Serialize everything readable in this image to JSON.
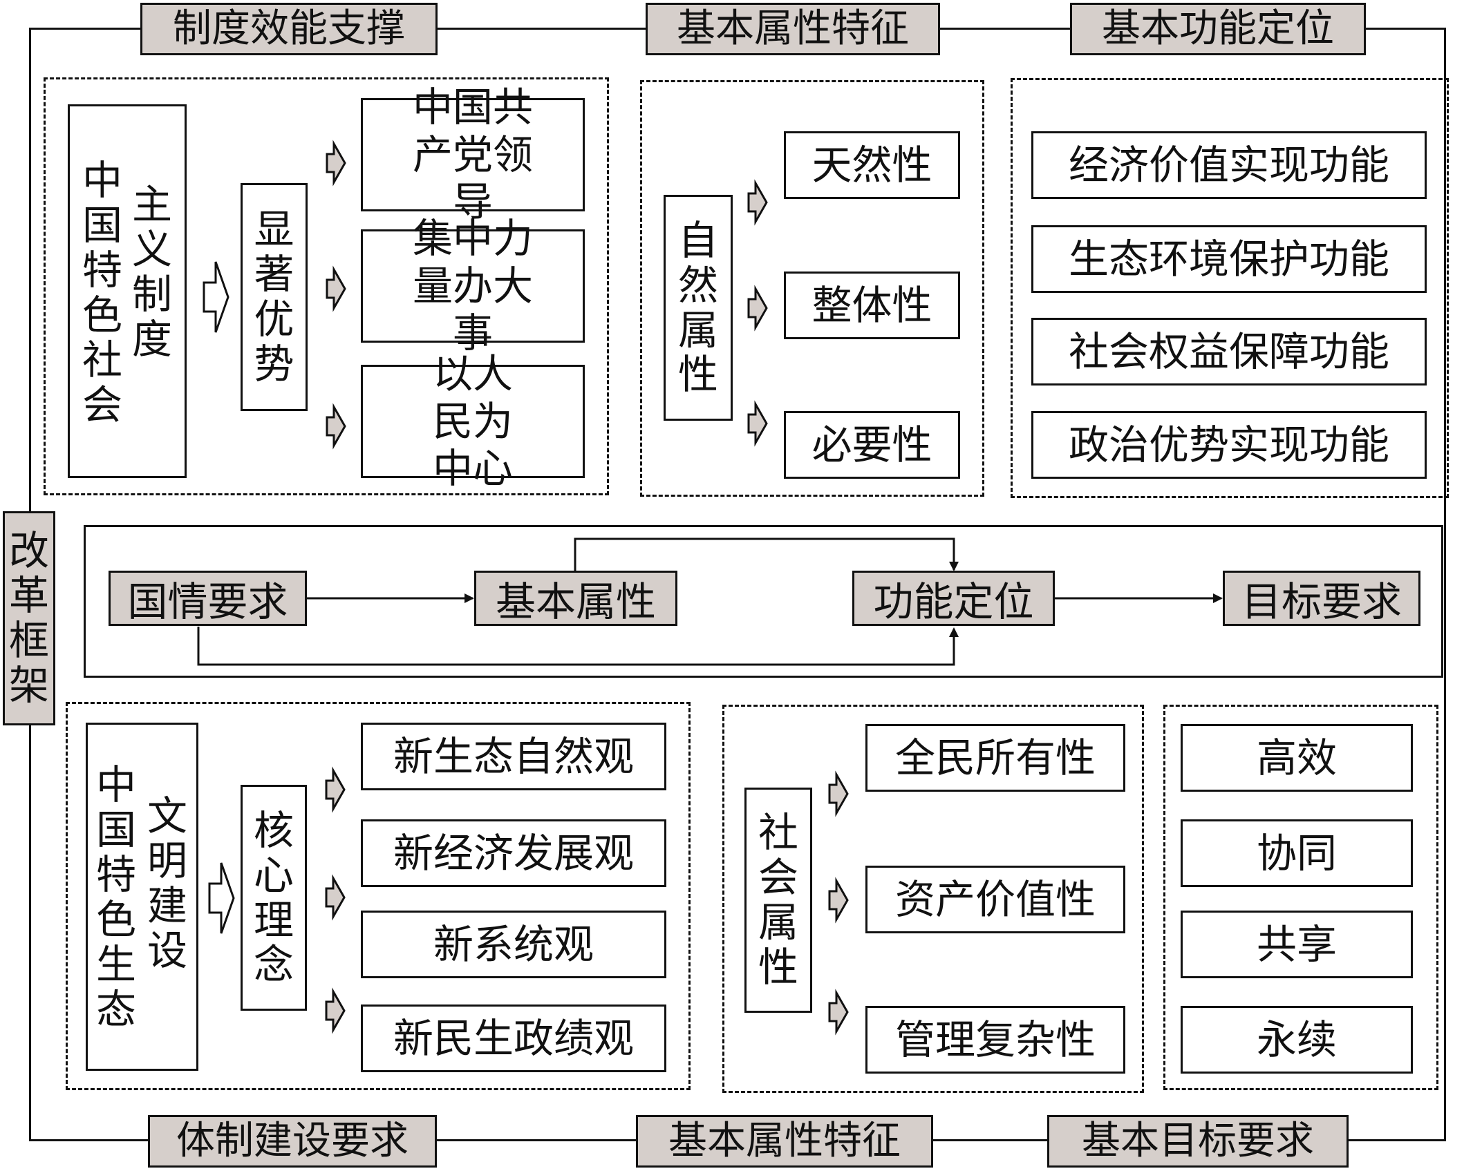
{
  "outer_labels": {
    "top_left": "制度效能支撑",
    "top_mid": "基本属性特征",
    "top_right": "基本功能定位",
    "left": "改革框架",
    "bottom_left": "体制建设要求",
    "bottom_mid": "基本属性特征",
    "bottom_right": "基本目标要求"
  },
  "panel_socialism": {
    "source_col1": "中国特色社会",
    "source_col2": "主义制度",
    "middle": "显著优势",
    "items": [
      "中国共产党领导",
      "集中力量办大事",
      "以人民为中心"
    ]
  },
  "panel_natural": {
    "middle": "自然属性",
    "items": [
      "天然性",
      "整体性",
      "必要性"
    ]
  },
  "panel_functions": {
    "items": [
      "经济价值实现功能",
      "生态环境保护功能",
      "社会权益保障功能",
      "政治优势实现功能"
    ]
  },
  "flow": {
    "nodes": [
      "国情要求",
      "基本属性",
      "功能定位",
      "目标要求"
    ]
  },
  "panel_eco": {
    "source_col1": "中国特色生态",
    "source_col2": "文明建设",
    "middle": "核心理念",
    "items": [
      "新生态自然观",
      "新经济发展观",
      "新系统观",
      "新民生政绩观"
    ]
  },
  "panel_social": {
    "middle": "社会属性",
    "items": [
      "全民所有性",
      "资产价值性",
      "管理复杂性"
    ]
  },
  "panel_goals": {
    "items": [
      "高效",
      "协同",
      "共享",
      "永续"
    ]
  },
  "colors": {
    "label_fill": "#d6cfcb",
    "line": "#111111"
  }
}
